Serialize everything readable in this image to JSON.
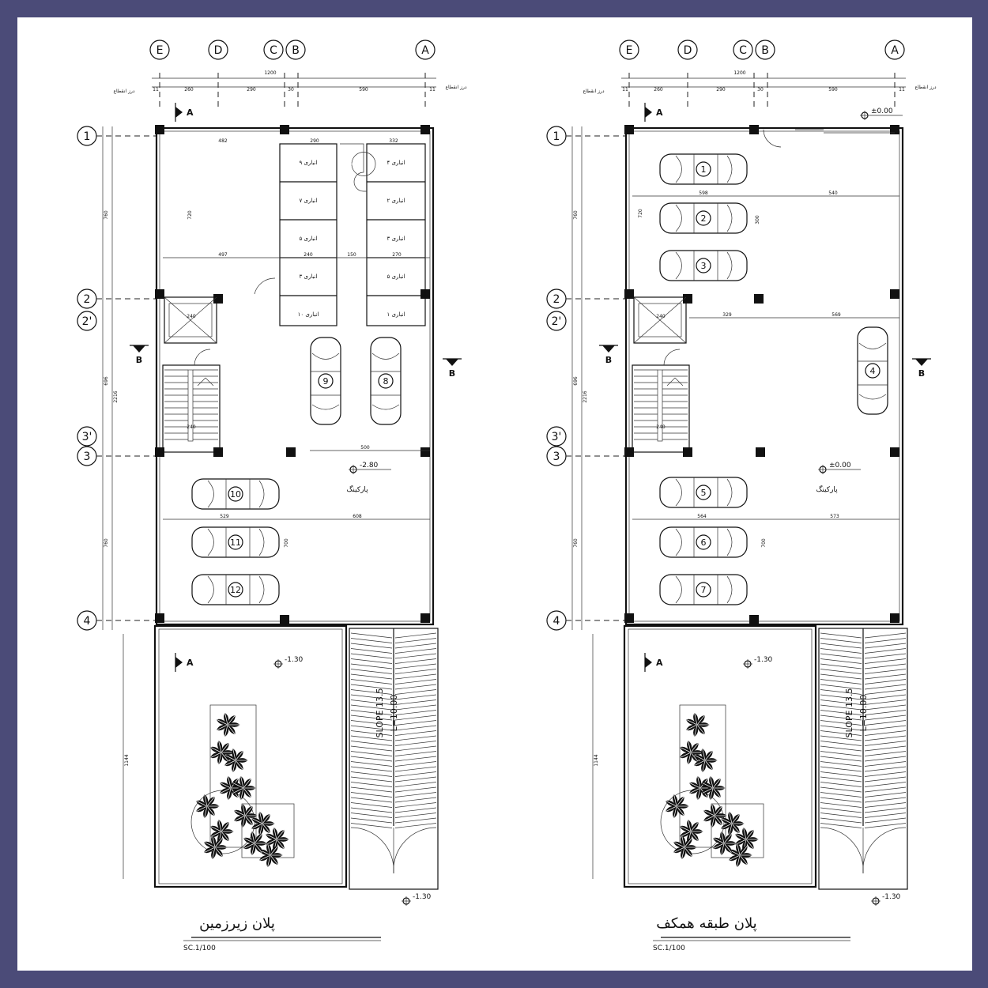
{
  "colors": {
    "border": "#4b4b78",
    "paper": "#ffffff",
    "ink": "#111111"
  },
  "grid_cols": [
    "E",
    "D",
    "C",
    "B",
    "A"
  ],
  "grid_rows": [
    "1",
    "2",
    "2'",
    "3'",
    "3",
    "4"
  ],
  "dims_top": {
    "total": "1200",
    "d1": "11",
    "d2": "260",
    "d3": "290",
    "d4": "30",
    "d5": "590",
    "d6": "11",
    "neighbor_label": "درز انقطاع"
  },
  "dims_left": {
    "overall": "2216",
    "a": "760",
    "b": "696",
    "c": "760",
    "yard": "1144"
  },
  "basement": {
    "title": "پلان زیرزمین",
    "scale": "SC.1/100",
    "room_label": "پارکینگ",
    "level_main": "-2.80",
    "level_yard": "-1.30",
    "level_ramp": "-1.30",
    "ramp_slope": "SLOPE 13.5",
    "ramp_len": "L=10.00",
    "section_a": "A",
    "section_b": "B",
    "storages": [
      "انباری ۱",
      "انباری ۲",
      "انباری ۳",
      "انباری ۴",
      "انباری ۵",
      "انباری ۶",
      "انباری ۷",
      "انباری ۸",
      "انباری ۹",
      "انباری ۱۰"
    ],
    "cars": [
      "10",
      "11",
      "12",
      "8",
      "9"
    ],
    "dims": {
      "w1": "482",
      "w2": "332",
      "w3": "290",
      "h1": "720",
      "w4": "497",
      "w5": "240",
      "w6": "150",
      "w7": "270",
      "w8": "500",
      "w9": "529",
      "w10": "608",
      "h2": "700",
      "stair_w": "240",
      "stair_w2": "240"
    }
  },
  "ground": {
    "title": "پلان طبقه همکف",
    "scale": "SC.1/100",
    "room_label": "پارکینگ",
    "level_main": "±0.00",
    "level_entry": "±0.00",
    "level_yard": "-1.30",
    "level_ramp": "-1.30",
    "ramp_slope": "SLOPE 13.5",
    "ramp_len": "L=10.00",
    "section_a": "A",
    "section_b": "B",
    "cars": [
      "1",
      "2",
      "3",
      "4",
      "5",
      "6",
      "7"
    ],
    "dims": {
      "w1": "598",
      "w2": "540",
      "h1": "720",
      "h3": "300",
      "w3": "329",
      "w4": "569",
      "w5": "564",
      "w6": "573",
      "h2": "700",
      "stair_w": "240",
      "stair_w2": "240"
    }
  }
}
